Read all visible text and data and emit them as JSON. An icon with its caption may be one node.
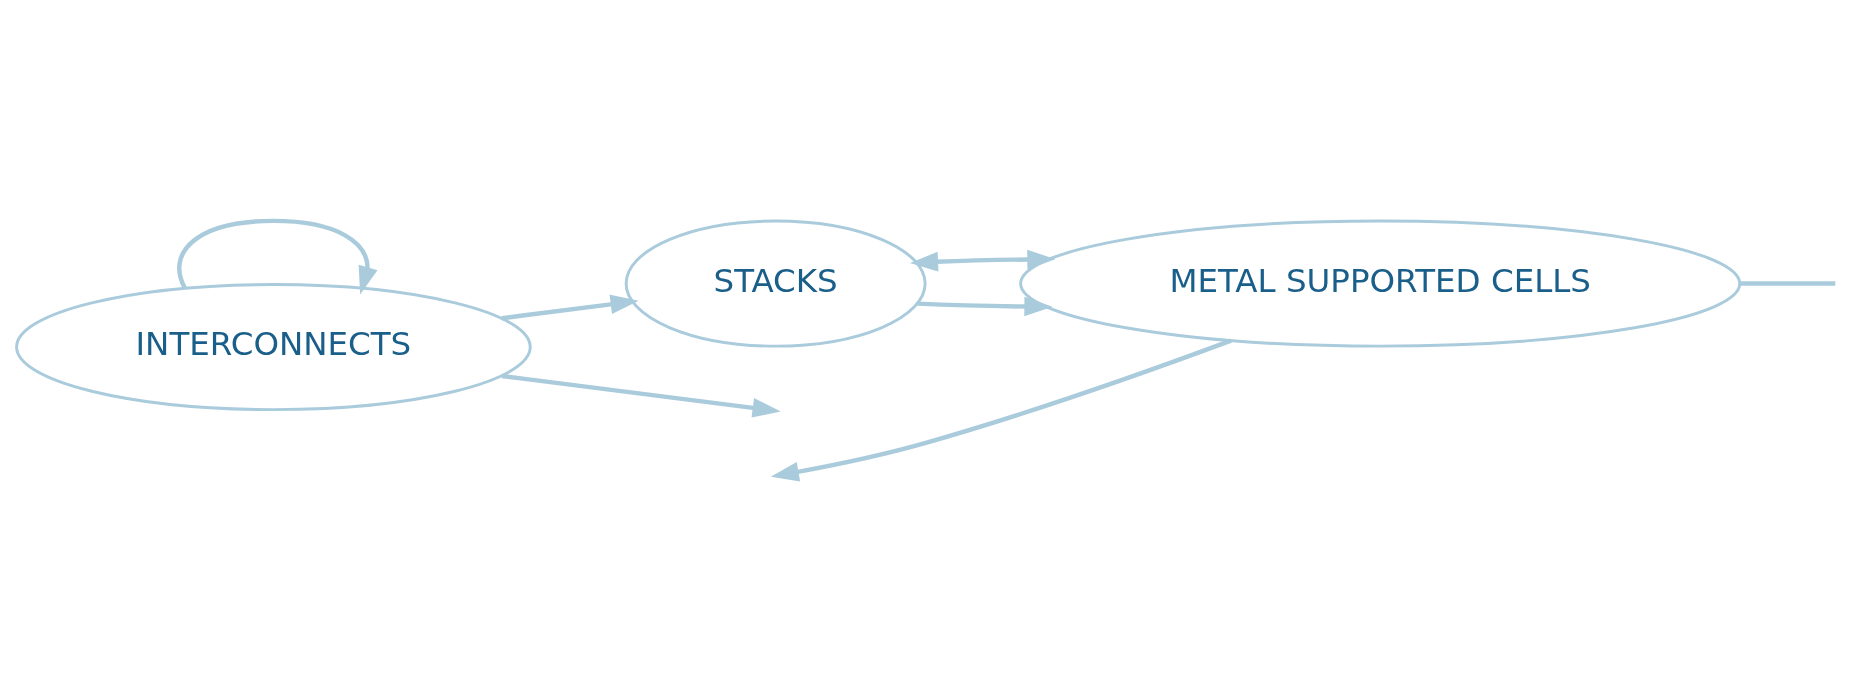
{
  "diagram": {
    "nodes": [
      {
        "text": [
          "INTERCONNECTS"
        ]
      },
      {
        "text": [
          "METAL SUPPORTED CELLS"
        ]
      },
      {
        "text": [
          "STACKS"
        ]
      }
    ],
    "edges": [
      {
        "from": 0,
        "to": 0,
        "arrow": "to"
      },
      {
        "from": 0,
        "to": 2,
        "arrow": "to"
      },
      {
        "from": 2,
        "to": 1,
        "arrow": "to"
      },
      {
        "from": 1,
        "to": null,
        "arrow": "to"
      },
      {
        "from": 1,
        "to": 2,
        "arrow": "both"
      },
      {
        "from": 1,
        "to": null,
        "arrow": "none"
      },
      {
        "from": 0,
        "to": null,
        "arrow": "to"
      }
    ]
  }
}
